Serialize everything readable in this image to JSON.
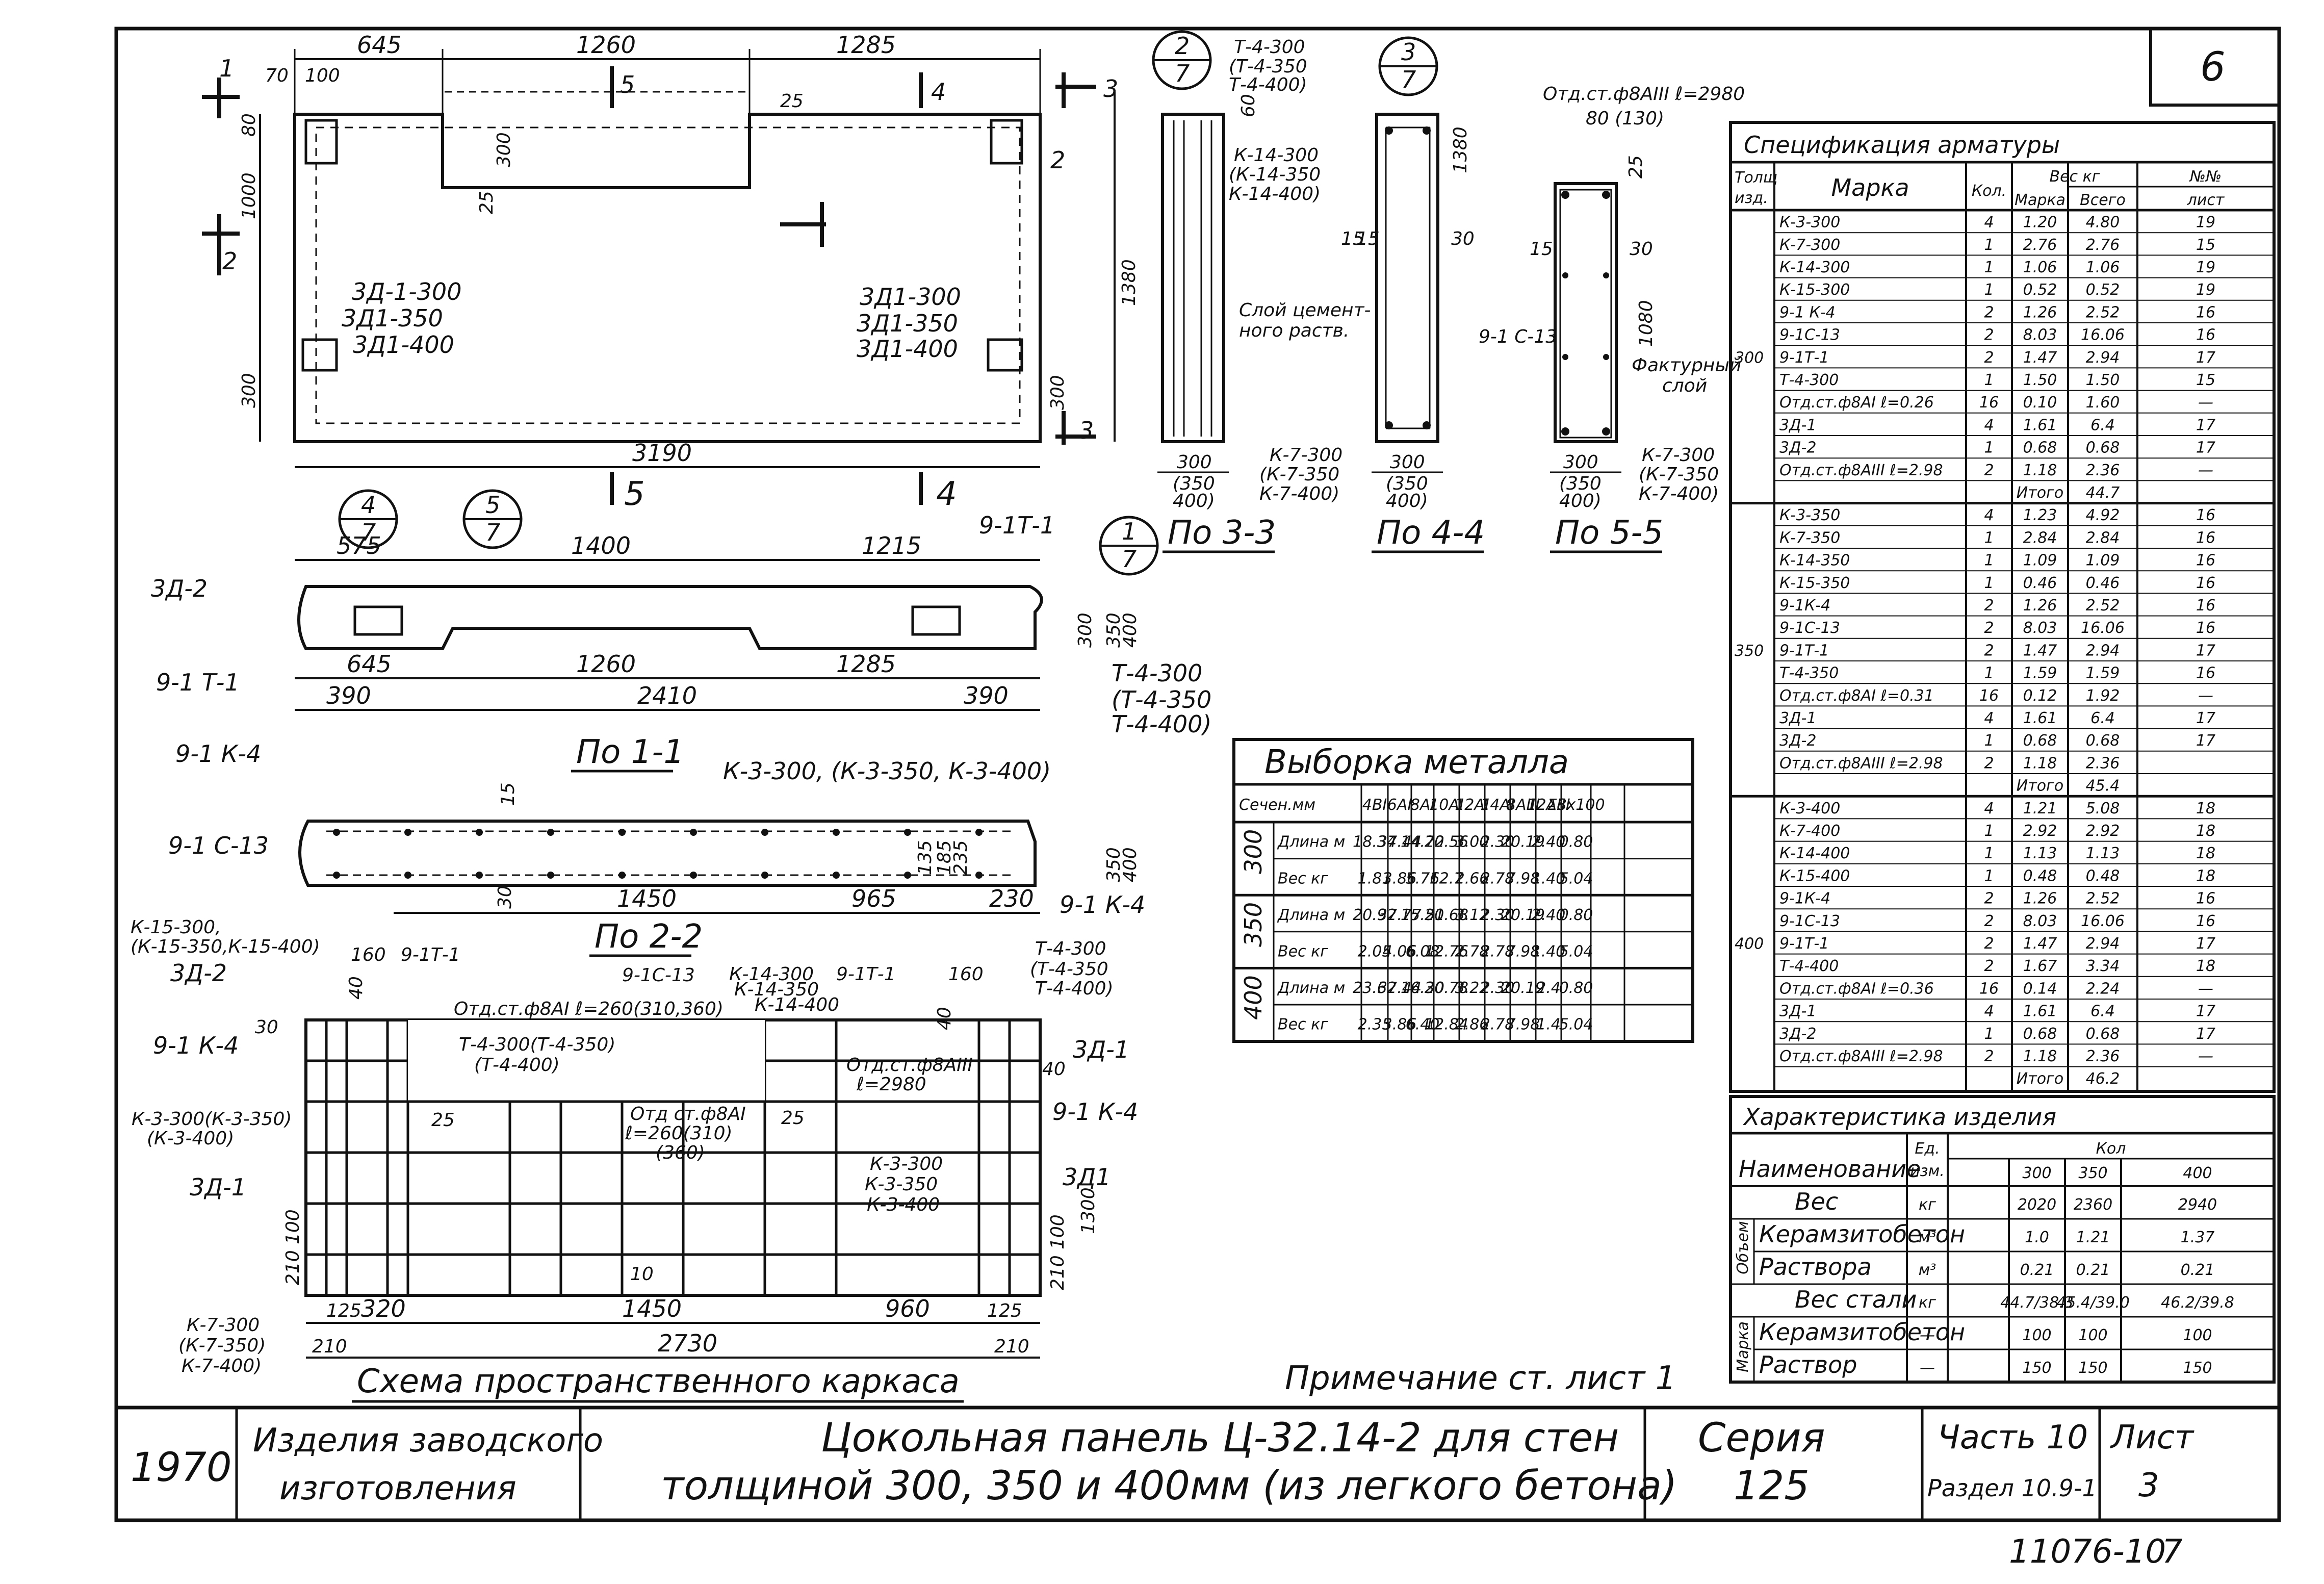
{
  "sheet_no": "6",
  "footer_code": "11076-10",
  "footer_page": "7",
  "note": "Примечание ст. лист 1",
  "title_block": {
    "year": "1970",
    "category_l1": "Изделия заводского",
    "category_l2": "изготовления",
    "title_l1": "Цокольная панель Ц-32.14-2 для стен",
    "title_l2": "толщиной 300, 350 и 400мм (из легкого бетона)",
    "series_label": "Серия",
    "series_value": "125",
    "part": "Часть 10",
    "section": "Раздел 10.9-1",
    "sheet_label": "Лист",
    "sheet_value": "3"
  },
  "captions": {
    "sec11": "По 1-1",
    "sec22": "По 2-2",
    "sec33": "По 3-3",
    "sec44": "По 4-4",
    "sec55": "По 5-5",
    "frame": "Схема пространственного каркаса"
  },
  "elevation": {
    "dims_top": [
      "645",
      "1260",
      "1285"
    ],
    "dims_small": [
      "70",
      "100",
      "80",
      "1000",
      "300",
      "25",
      "300",
      "25",
      "1380",
      "300"
    ],
    "total": "3190",
    "embeds_left": [
      "3Д-1-300",
      "3Д1-350",
      "3Д1-400"
    ],
    "embeds_right": [
      "3Д1-300",
      "3Д1-350",
      "3Д1-400"
    ],
    "marks": [
      "1",
      "1",
      "2",
      "2",
      "3",
      "3",
      "4",
      "4",
      "5",
      "5"
    ]
  },
  "plan": {
    "dims_top": [
      "575",
      "1400",
      "1215"
    ],
    "dims_bottom": [
      "645",
      "1260",
      "1285"
    ],
    "dims_low": [
      "390",
      "2410",
      "390"
    ],
    "labels": [
      "3Д-2",
      "9-1 Т-1",
      "9-1Т-1",
      "300",
      "350",
      "400",
      "Т-4-300",
      "(Т-4-350",
      "Т-4-400)"
    ],
    "callouts": [
      {
        "num": "4",
        "den": "7"
      },
      {
        "num": "5",
        "den": "7"
      },
      {
        "num": "1",
        "den": "7"
      }
    ]
  },
  "section11": {
    "labels": [
      "9-1 К-4",
      "9-1 С-13",
      "К-3-300, (К-3-350, К-3-400)",
      "15",
      "30",
      "9-1 К-4",
      "135",
      "185",
      "235",
      "350",
      "400"
    ],
    "dims": [
      "1450",
      "965",
      "230"
    ]
  },
  "sections_right": {
    "s33": [
      "2",
      "7",
      "Т-4-300",
      "(Т-4-350",
      "Т-4-400)",
      "60",
      "К-14-300",
      "(К-14-350",
      "К-14-400)",
      "15",
      "30",
      "300",
      "(350",
      "400)",
      "К-7-300",
      "(К-7-350",
      "К-7-400)",
      "Слой цемент-",
      "ного раств."
    ],
    "s44": [
      "3",
      "7",
      "1380",
      "15",
      "30",
      "300",
      "(350",
      "400)",
      "9-1 С-13"
    ],
    "s55": [
      "Отд.ст.ф8АIII ℓ=2980",
      "80 (130)",
      "25",
      "15",
      "30",
      "1080",
      "300",
      "(350",
      "400)",
      "Фактурный",
      "слой",
      "К-7-300",
      "(К-7-350",
      "К-7-400)"
    ]
  },
  "frame": {
    "labels_left": [
      "К-15-300,",
      "(К-15-350,К-15-400)",
      "3Д-2",
      "30",
      "9-1 К-4",
      "К-3-300(К-3-350)",
      "(К-3-400)",
      "3Д-1",
      "100",
      "210",
      "К-7-300",
      "(К-7-350)",
      "К-7-400)"
    ],
    "labels_top": [
      "160",
      "9-1Т-1",
      "40",
      "9-1С-13",
      "К-14-300",
      "К-14-350",
      "К-14-400",
      "9-1Т-1",
      "160",
      "Т-4-300",
      "(Т-4-350",
      "Т-4-400)",
      "40"
    ],
    "labels_mid": [
      "Отд.ст.ф8АI ℓ=260(310,360)",
      "Т-4-300(Т-4-350)",
      "(Т-4-400)",
      "25",
      "Отд.ст.ф8АIII",
      "ℓ=2980",
      "Отд ст.ф8АI",
      "ℓ=260(310)",
      "(360)",
      "25",
      "К-3-300",
      "К-3-350",
      "К-3-400",
      "10"
    ],
    "labels_right": [
      "3Д-1",
      "40",
      "9-1 К-4",
      "3Д1",
      "1300",
      "210",
      "100"
    ],
    "dims_bottom": [
      "125",
      "320",
      "1450",
      "960",
      "125",
      "210",
      "2730",
      "210"
    ]
  },
  "vyborka": {
    "title": "Выборка металла",
    "header": [
      "Сечен.мм",
      "4ВI",
      "6АI",
      "8АI",
      "10АI",
      "12АI",
      "14АI",
      "8АIII",
      "12АIII",
      "Σ8х100"
    ],
    "rows": [
      {
        "group": "300",
        "label": "Длина м",
        "values": [
          "18.34",
          "37.44",
          "14.72",
          "20.56",
          "3.00",
          "2.30",
          "20.19",
          "2.40",
          "0.80"
        ]
      },
      {
        "group": "",
        "label": "Вес кг",
        "values": [
          "1.81",
          "3.86",
          "5.76",
          "12.7",
          "2.66",
          "2.78",
          "7.98",
          "1.40",
          "5.04"
        ]
      },
      {
        "group": "350",
        "label": "Длина м",
        "values": [
          "20.92",
          "37.77",
          "15.51",
          "20.68",
          "3.12",
          "2.30",
          "20.19",
          "2.40",
          "0.80"
        ]
      },
      {
        "group": "",
        "label": "Вес кг",
        "values": [
          "2.05",
          "4.06",
          "6.08",
          "12.76",
          "2.78",
          "2.78",
          "7.98",
          "1.40",
          "5.04"
        ]
      },
      {
        "group": "400",
        "label": "Длина м",
        "values": [
          "23.62",
          "37.44",
          "16.30",
          "20.78",
          "3.22",
          "2.30",
          "20.19",
          "2.4",
          "0.80"
        ]
      },
      {
        "group": "",
        "label": "Вес кг",
        "values": [
          "2.35",
          "3.86",
          "6.40",
          "12.84",
          "2.86",
          "2.78",
          "7.98",
          "1.4",
          "5.04"
        ]
      }
    ]
  },
  "spec": {
    "title": "Спецификация арматуры",
    "header": {
      "tol": "Толщ изд.",
      "mark": "Марка",
      "qty": "Кол.",
      "weight": "Вес кг",
      "w_unit": "Марка",
      "w_total": "Всего",
      "sheet": "№№ лист"
    },
    "groups": [
      {
        "tol": "300",
        "rows": [
          [
            "К-3-300",
            "4",
            "1.20",
            "4.80",
            "19"
          ],
          [
            "К-7-300",
            "1",
            "2.76",
            "2.76",
            "15"
          ],
          [
            "К-14-300",
            "1",
            "1.06",
            "1.06",
            "19"
          ],
          [
            "К-15-300",
            "1",
            "0.52",
            "0.52",
            "19"
          ],
          [
            "9-1 К-4",
            "2",
            "1.26",
            "2.52",
            "16"
          ],
          [
            "9-1С-13",
            "2",
            "8.03",
            "16.06",
            "16"
          ],
          [
            "9-1Т-1",
            "2",
            "1.47",
            "2.94",
            "17"
          ],
          [
            "Т-4-300",
            "1",
            "1.50",
            "1.50",
            "15"
          ],
          [
            "Отд.ст.ф8АI ℓ=0.26",
            "16",
            "0.10",
            "1.60",
            "—"
          ],
          [
            "3Д-1",
            "4",
            "1.61",
            "6.4",
            "17"
          ],
          [
            "3Д-2",
            "1",
            "0.68",
            "0.68",
            "17"
          ],
          [
            "Отд.ст.ф8АIII ℓ=2.98",
            "2",
            "1.18",
            "2.36",
            "—"
          ]
        ],
        "total": "44.7"
      },
      {
        "tol": "350",
        "rows": [
          [
            "К-3-350",
            "4",
            "1.23",
            "4.92",
            "16"
          ],
          [
            "К-7-350",
            "1",
            "2.84",
            "2.84",
            "16"
          ],
          [
            "К-14-350",
            "1",
            "1.09",
            "1.09",
            "16"
          ],
          [
            "К-15-350",
            "1",
            "0.46",
            "0.46",
            "16"
          ],
          [
            "9-1К-4",
            "2",
            "1.26",
            "2.52",
            "16"
          ],
          [
            "9-1С-13",
            "2",
            "8.03",
            "16.06",
            "16"
          ],
          [
            "9-1Т-1",
            "2",
            "1.47",
            "2.94",
            "17"
          ],
          [
            "Т-4-350",
            "1",
            "1.59",
            "1.59",
            "16"
          ],
          [
            "Отд.ст.ф8АI ℓ=0.31",
            "16",
            "0.12",
            "1.92",
            "—"
          ],
          [
            "3Д-1",
            "4",
            "1.61",
            "6.4",
            "17"
          ],
          [
            "3Д-2",
            "1",
            "0.68",
            "0.68",
            "17"
          ],
          [
            "Отд.ст.ф8АIII ℓ=2.98",
            "2",
            "1.18",
            "2.36",
            ""
          ]
        ],
        "total": "45.4"
      },
      {
        "tol": "400",
        "rows": [
          [
            "К-3-400",
            "4",
            "1.21",
            "5.08",
            "18"
          ],
          [
            "К-7-400",
            "1",
            "2.92",
            "2.92",
            "18"
          ],
          [
            "К-14-400",
            "1",
            "1.13",
            "1.13",
            "18"
          ],
          [
            "К-15-400",
            "1",
            "0.48",
            "0.48",
            "18"
          ],
          [
            "9-1К-4",
            "2",
            "1.26",
            "2.52",
            "16"
          ],
          [
            "9-1С-13",
            "2",
            "8.03",
            "16.06",
            "16"
          ],
          [
            "9-1Т-1",
            "2",
            "1.47",
            "2.94",
            "17"
          ],
          [
            "Т-4-400",
            "2",
            "1.67",
            "3.34",
            "18"
          ],
          [
            "Отд.ст.ф8АI ℓ=0.36",
            "16",
            "0.14",
            "2.24",
            "—"
          ],
          [
            "3Д-1",
            "4",
            "1.61",
            "6.4",
            "17"
          ],
          [
            "3Д-2",
            "1",
            "0.68",
            "0.68",
            "17"
          ],
          [
            "Отд.ст.ф8АIII ℓ=2.98",
            "2",
            "1.18",
            "2.36",
            "—"
          ]
        ],
        "total": "46.2"
      }
    ],
    "total_label": "Итого"
  },
  "char": {
    "title": "Характеристика изделия",
    "h_name": "Наименование",
    "h_unit": "Ед. изм.",
    "h_qty": "Кол",
    "h_cols": [
      "300",
      "350",
      "400"
    ],
    "g_volume": "Объем",
    "g_mark": "Марка",
    "rows": [
      {
        "name": "Вес",
        "unit": "кг",
        "values": [
          "2020",
          "2360",
          "2940"
        ]
      },
      {
        "name": "Керамзитобетон",
        "unit": "м³",
        "values": [
          "1.0",
          "1.21",
          "1.37"
        ]
      },
      {
        "name": "Раствора",
        "unit": "м³",
        "values": [
          "0.21",
          "0.21",
          "0.21"
        ]
      },
      {
        "name": "Вес стали",
        "unit": "кг",
        "values": [
          "44.7/38.3",
          "45.4/39.0",
          "46.2/39.8"
        ]
      },
      {
        "name": "Керамзитобетон",
        "unit": "—",
        "values": [
          "100",
          "100",
          "100"
        ]
      },
      {
        "name": "Раствор",
        "unit": "—",
        "values": [
          "150",
          "150",
          "150"
        ]
      }
    ]
  }
}
